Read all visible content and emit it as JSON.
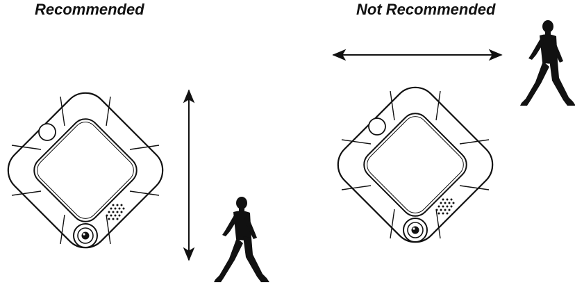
{
  "panels": [
    {
      "title": "Recommended",
      "walking_direction": "toward the sensor"
    },
    {
      "title": "Not Recommended",
      "walking_direction": "across the sensor"
    }
  ],
  "colors": {
    "ink": "#111111",
    "background": "#ffffff",
    "device_body": "#ffffff"
  },
  "icons": {
    "device": "ceiling-motion-sensor-icon",
    "person": "walking-person-icon",
    "arrow": "double-headed-arrow-icon"
  }
}
